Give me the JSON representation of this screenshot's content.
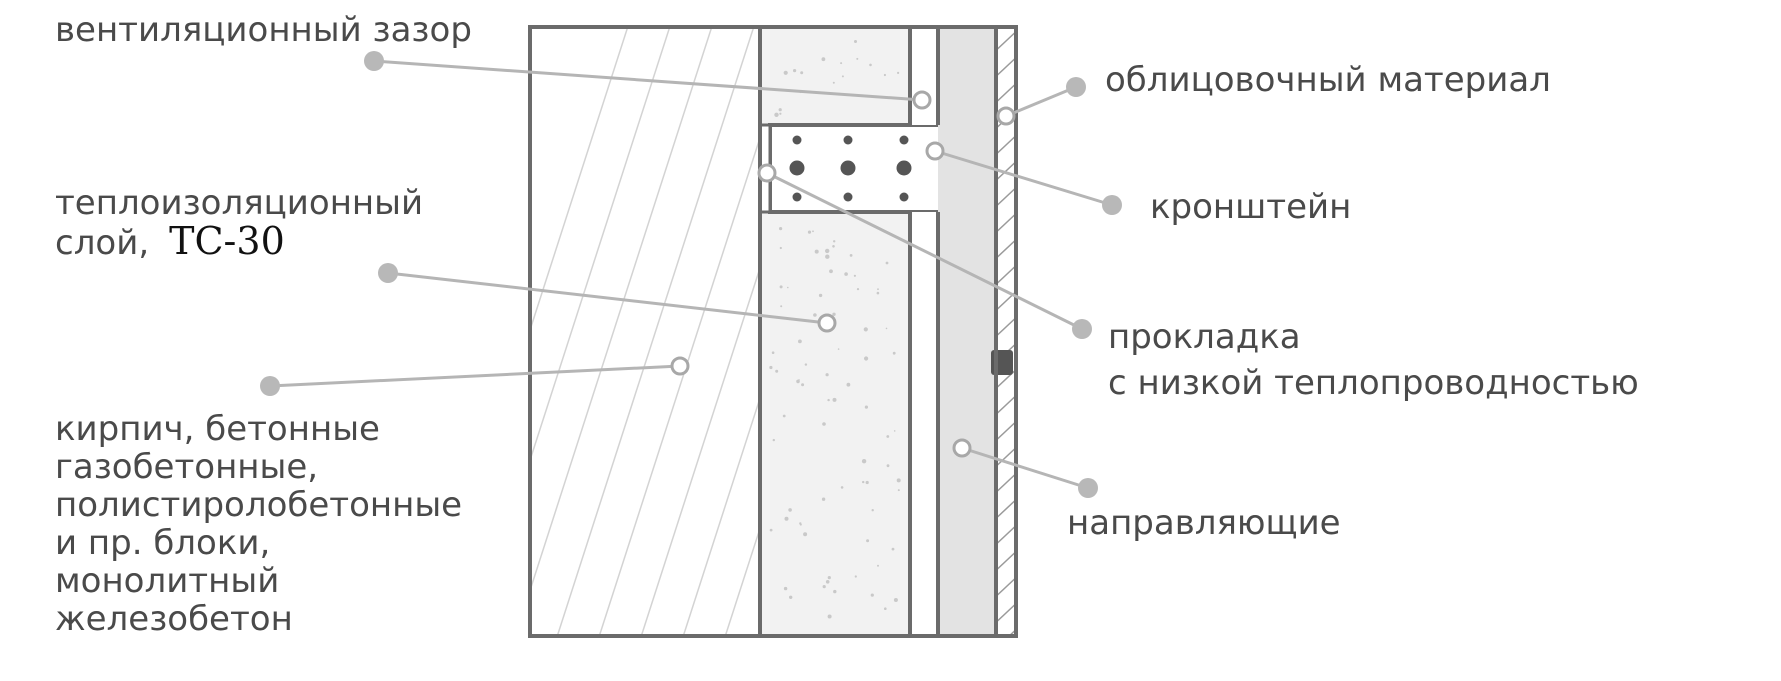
{
  "labels": {
    "vent_gap": "вентиляционный зазор",
    "cladding": "облицовочный материал",
    "bracket": "кронштейн",
    "insulation": [
      "теплоизоляционный",
      "слой,"
    ],
    "insulation_mark": "ТС-30",
    "gasket": [
      "прокладка",
      "с низкой теплопроводностью"
    ],
    "wall": [
      "кирпич, бетонные",
      "газобетонные,",
      "полистиролобетонные",
      "и пр. блоки,",
      "монолитный",
      "железобетон"
    ],
    "guides": "направляющие"
  },
  "colors": {
    "outline": "#6b6b6b",
    "leader": "#b5b5b5",
    "dot": "#b8b8b8",
    "text": "#4a4a4a",
    "insulation_fill": "#f0f0f0",
    "guide_fill": "#e3e3e3",
    "bracket_dot": "#555555"
  }
}
